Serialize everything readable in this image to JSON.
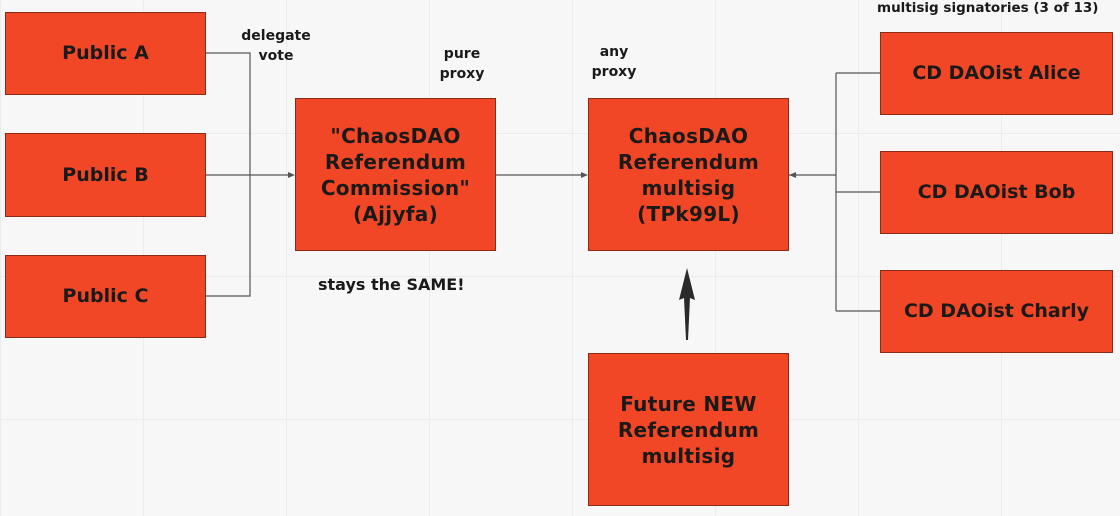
{
  "colors": {
    "box_fill": "#f24726",
    "connector": "#555555",
    "arrow": "#2b2b2b"
  },
  "publics": [
    "Public A",
    "Public B",
    "Public C"
  ],
  "labels": {
    "delegate_vote": "delegate\nvote",
    "pure_proxy": "pure\nproxy",
    "any_proxy": "any\nproxy",
    "stays_same": "stays the SAME!",
    "signatories": "multisig signatories (3 of 13)"
  },
  "commission": "\"ChaosDAO\nReferendum\nCommission\"\n(Ajjyfa)",
  "multisig": "ChaosDAO\nReferendum\nmultisig\n(TPk99L)",
  "future_multisig": "Future NEW\nReferendum\nmultisig",
  "signatories": [
    "CD DAOist Alice",
    "CD DAOist Bob",
    "CD DAOist Charly"
  ]
}
